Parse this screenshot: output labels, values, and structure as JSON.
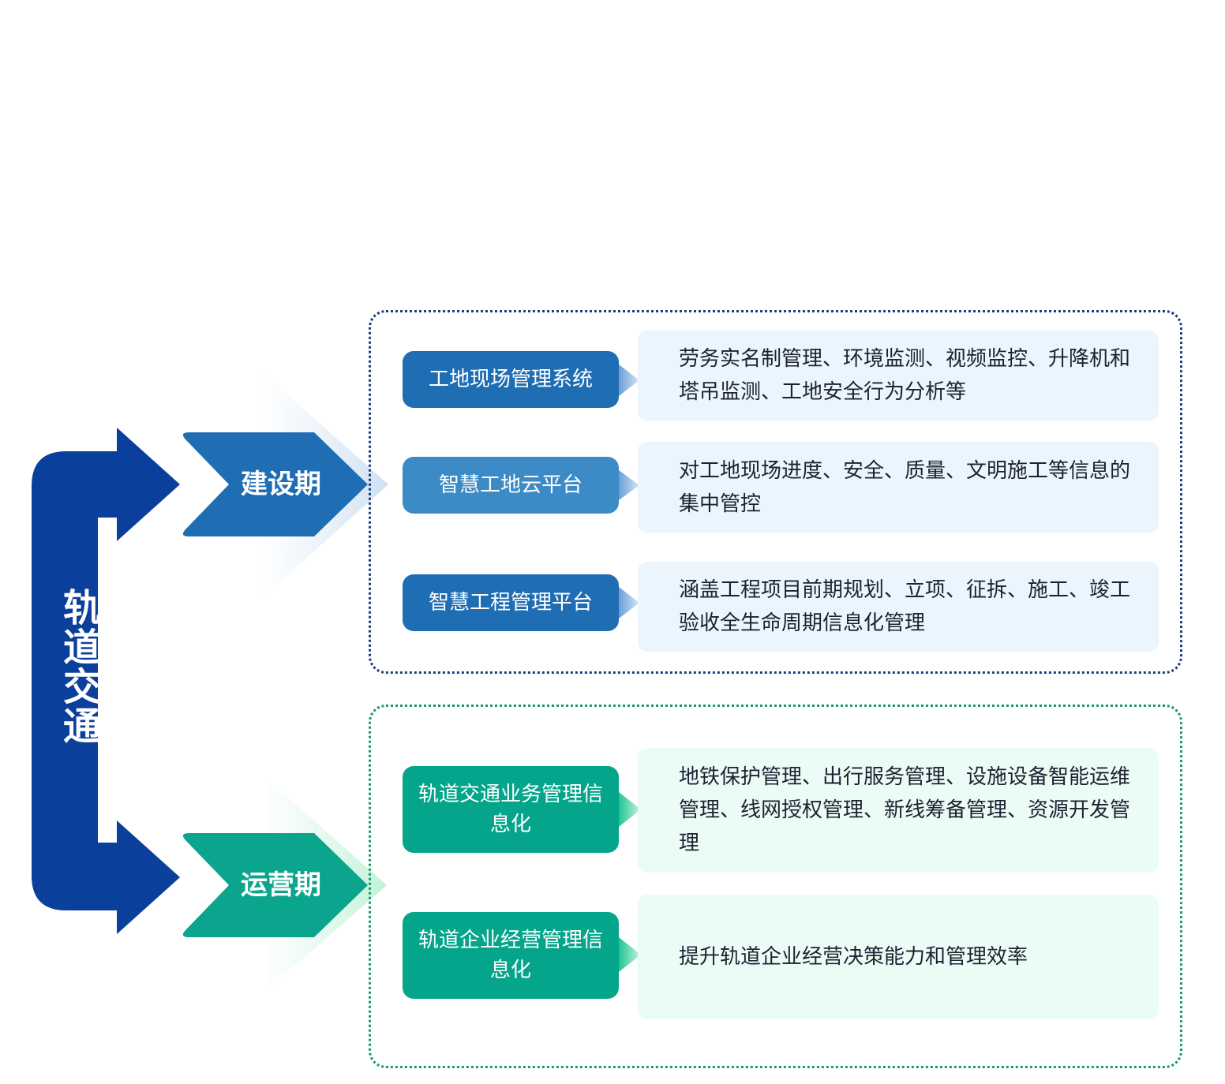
{
  "main": {
    "title": "轨道交通",
    "color": "#0a3f9b"
  },
  "phases": [
    {
      "id": "construction",
      "label": "建设期",
      "color": "#1f6db3",
      "box_border": "#1b3f7a",
      "desc_bg": "#eaf5fd",
      "systems": [
        {
          "name": "工地现场管理系统",
          "color": "#1f6db3",
          "desc": "劳务实名制管理、环境监测、视频监控、升降机和塔吊监测、工地安全行为分析等"
        },
        {
          "name": "智慧工地云平台",
          "color": "#3d8bc6",
          "desc": "对工地现场进度、安全、质量、文明施工等信息的集中管控"
        },
        {
          "name": "智慧工程管理平台",
          "color": "#1f6db3",
          "desc": "涵盖工程项目前期规划、立项、征拆、施工、竣工验收全生命周期信息化管理"
        }
      ]
    },
    {
      "id": "operation",
      "label": "运营期",
      "color": "#0aa58c",
      "box_border": "#1a9a6c",
      "desc_bg": "#ebfcf7",
      "systems": [
        {
          "name": "轨道交通业务管理信息化",
          "color": "#04a58b",
          "desc": "地铁保护管理、出行服务管理、设施设备智能运维管理、线网授权管理、新线筹备管理、资源开发管理"
        },
        {
          "name": "轨道企业经营管理信息化",
          "color": "#04a58b",
          "desc": "提升轨道企业经营决策能力和管理效率"
        }
      ]
    }
  ]
}
